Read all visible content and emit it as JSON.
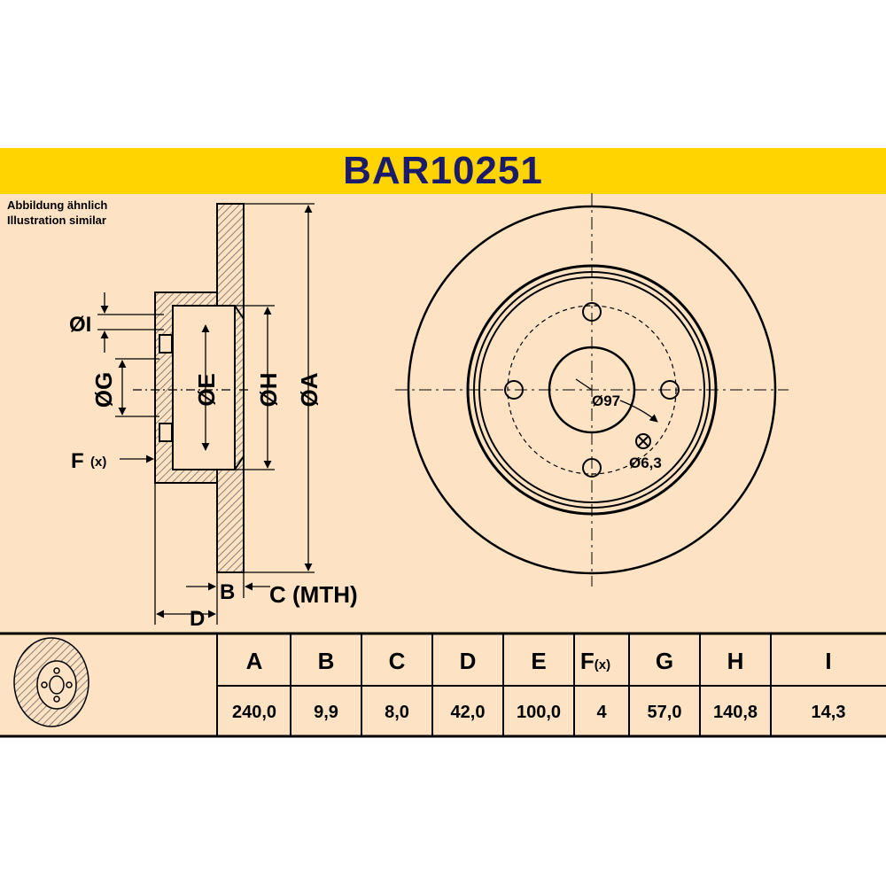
{
  "header": {
    "title": "BAR10251"
  },
  "note": {
    "line1": "Abbildung ähnlich",
    "line2": "Illustration similar"
  },
  "labels": {
    "i": "ØI",
    "g": "ØG",
    "e": "ØE",
    "h": "ØH",
    "a": "ØA",
    "f": "F",
    "f_sub": "(x)",
    "b": "B",
    "c": "C (MTH)",
    "d": "D",
    "bore": "Ø97",
    "hole": "Ø6,3"
  },
  "table": {
    "headers": [
      "A",
      "B",
      "C",
      "D",
      "E",
      "F",
      "G",
      "H",
      "I"
    ],
    "f_suffix": "(x)",
    "values": [
      "240,0",
      "9,9",
      "8,0",
      "42,0",
      "100,0",
      "4",
      "57,0",
      "140,8",
      "14,3"
    ]
  },
  "colors": {
    "accent": "#ffd400",
    "background": "#fde3c4",
    "title": "#1b1b6b",
    "hatch": "#9a8f84"
  }
}
